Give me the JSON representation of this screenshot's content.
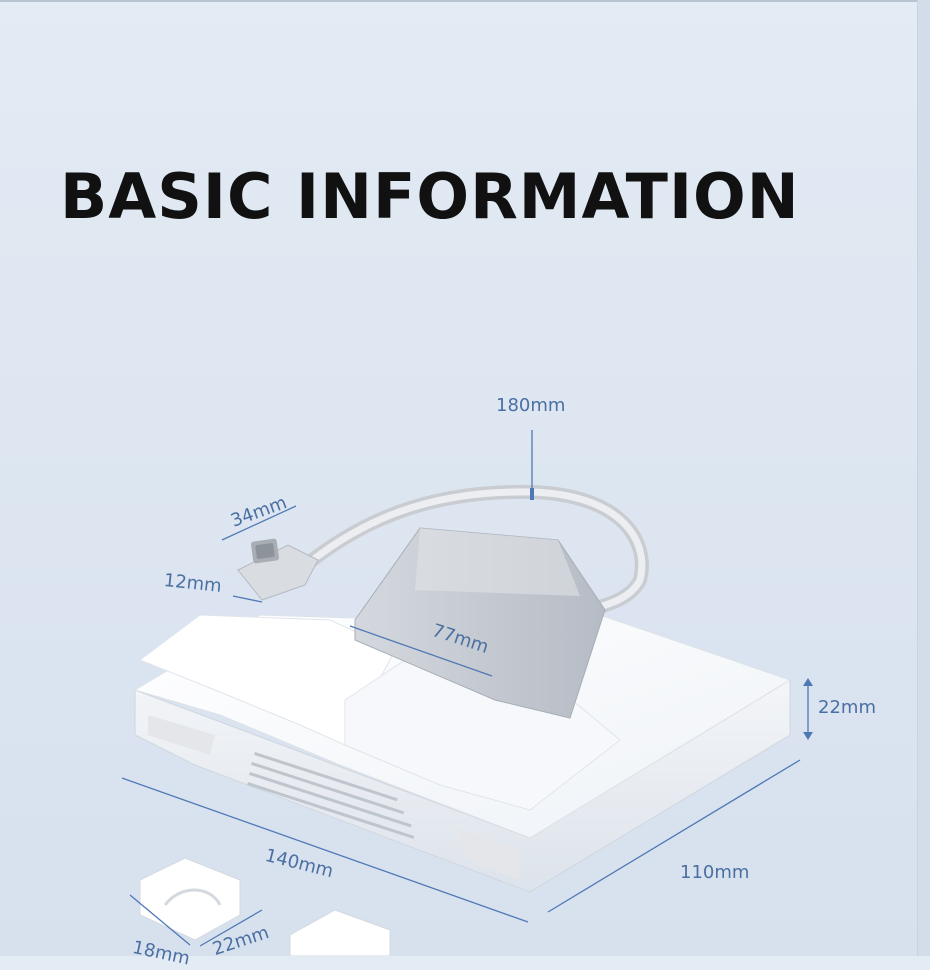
{
  "title": "BASIC INFORMATION",
  "accent_color": "#4f79b5",
  "dimensions": {
    "cable_length": "180mm",
    "plug_length": "34mm",
    "plug_thickness": "12mm",
    "connector_width": "77mm",
    "height": "22mm",
    "length": "140mm",
    "depth": "110mm",
    "bracket_height": "18mm",
    "bracket_width": "22mm"
  }
}
